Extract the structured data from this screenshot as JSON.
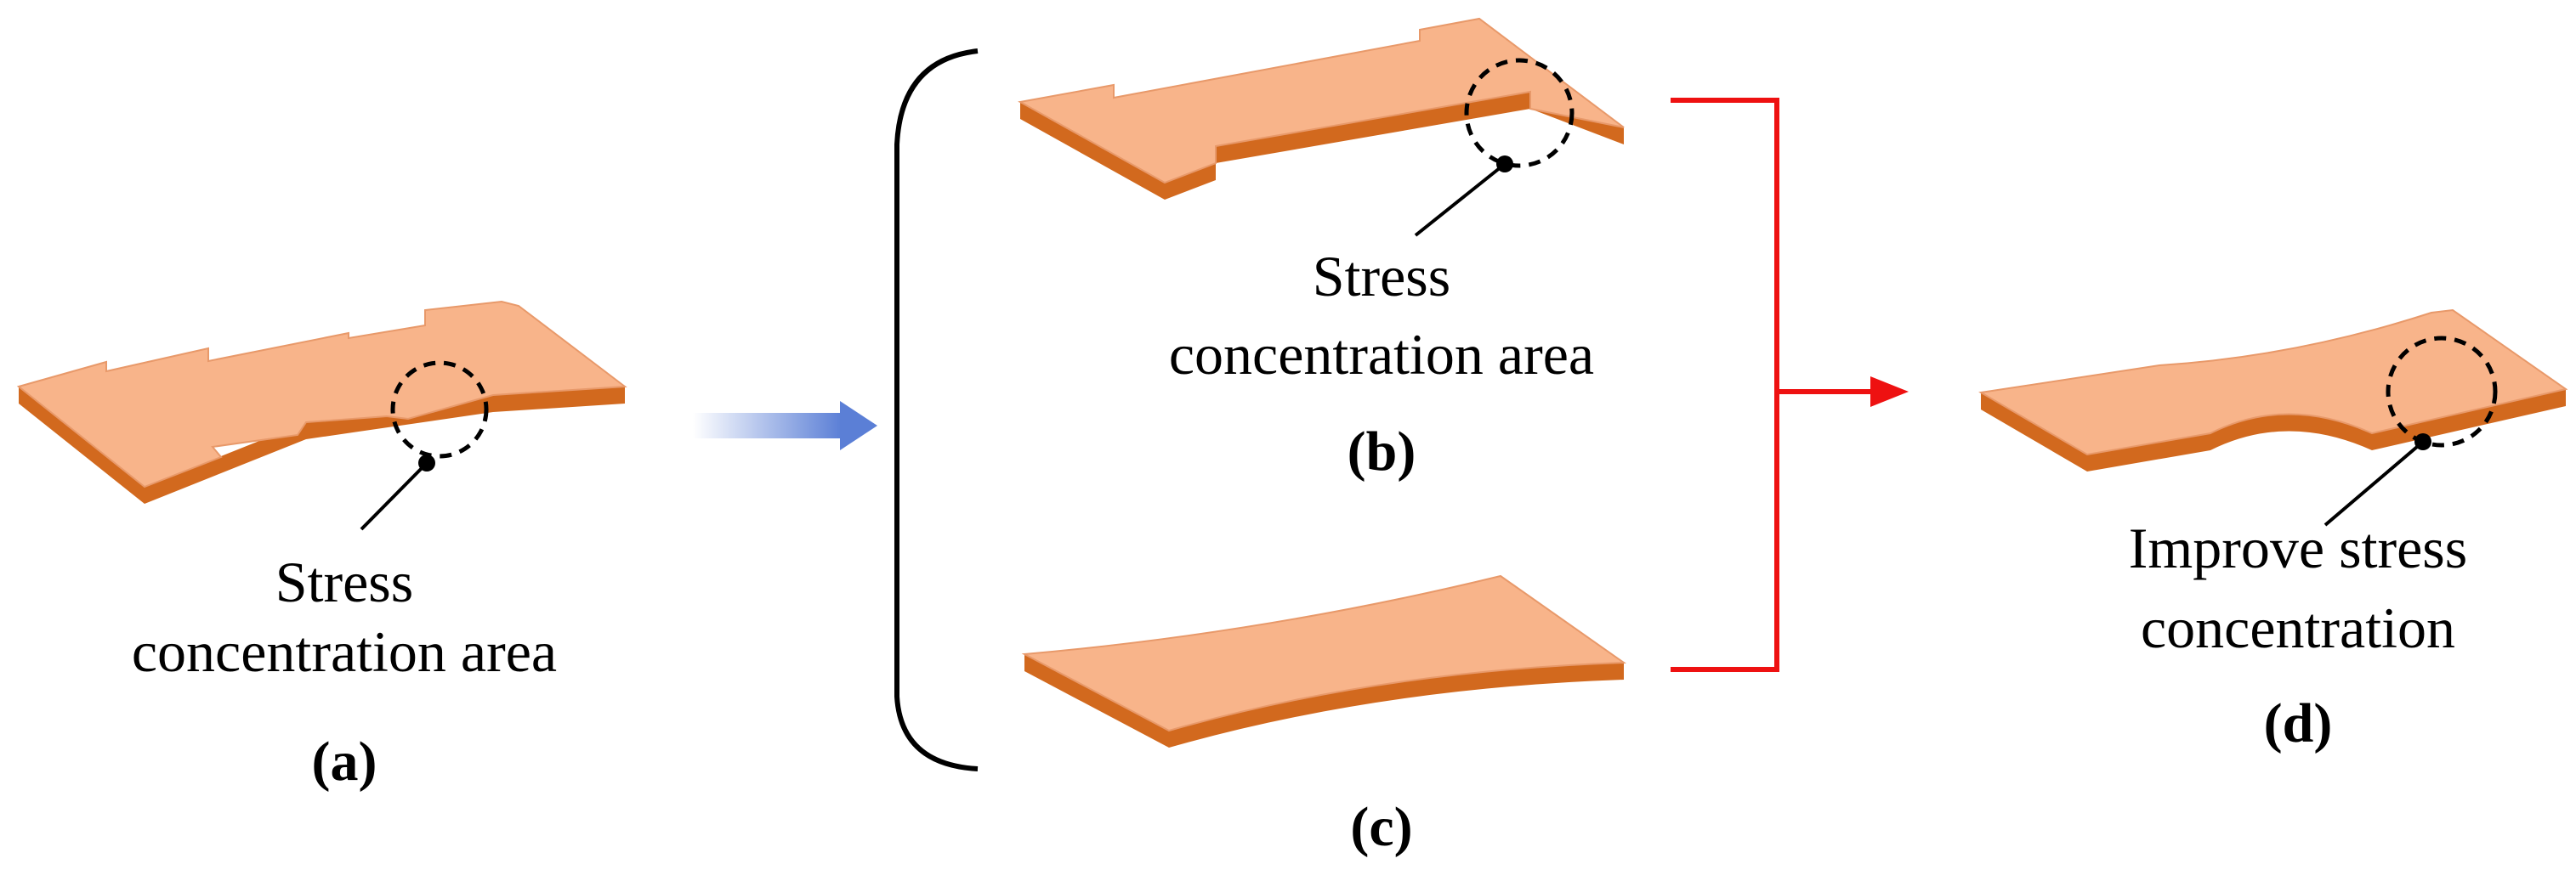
{
  "panels": {
    "a": {
      "tag": "(a)",
      "line1": "Stress",
      "line2": "concentration area"
    },
    "b": {
      "tag": "(b)",
      "line1": "Stress",
      "line2": "concentration area"
    },
    "c": {
      "tag": "(c)"
    },
    "d": {
      "tag": "(d)",
      "line1": "Improve stress",
      "line2": "concentration"
    }
  },
  "colors": {
    "top_face": "#F8B48A",
    "side_face": "#D2691E",
    "top_edge": "#E8996A",
    "transition_arrow": "#5B7FD6",
    "connector": "#EE1111",
    "outline": "#000000"
  }
}
